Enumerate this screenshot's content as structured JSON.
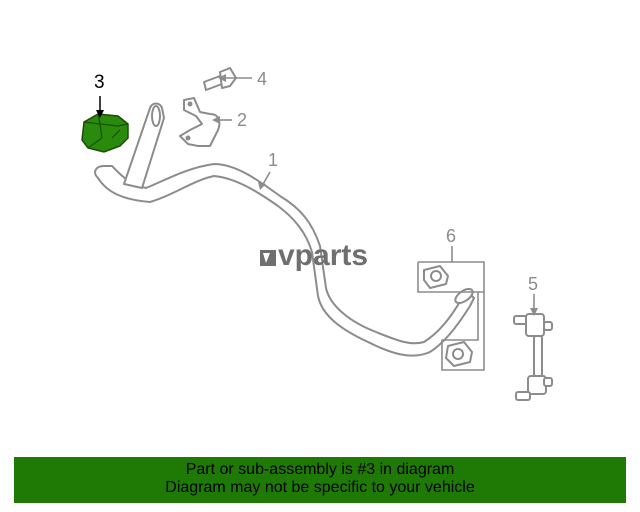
{
  "callouts": {
    "c1": "1",
    "c2": "2",
    "c3": "3",
    "c4": "4",
    "c5": "5",
    "c6": "6"
  },
  "watermark": "vparts",
  "banner": {
    "line1": "Part or sub-assembly is #3 in diagram",
    "line2": "Diagram may not be specific to your vehicle"
  },
  "colors": {
    "highlight": "#2a8a0c",
    "banner": "#1f7a05",
    "lines": "#8c8c8c"
  }
}
